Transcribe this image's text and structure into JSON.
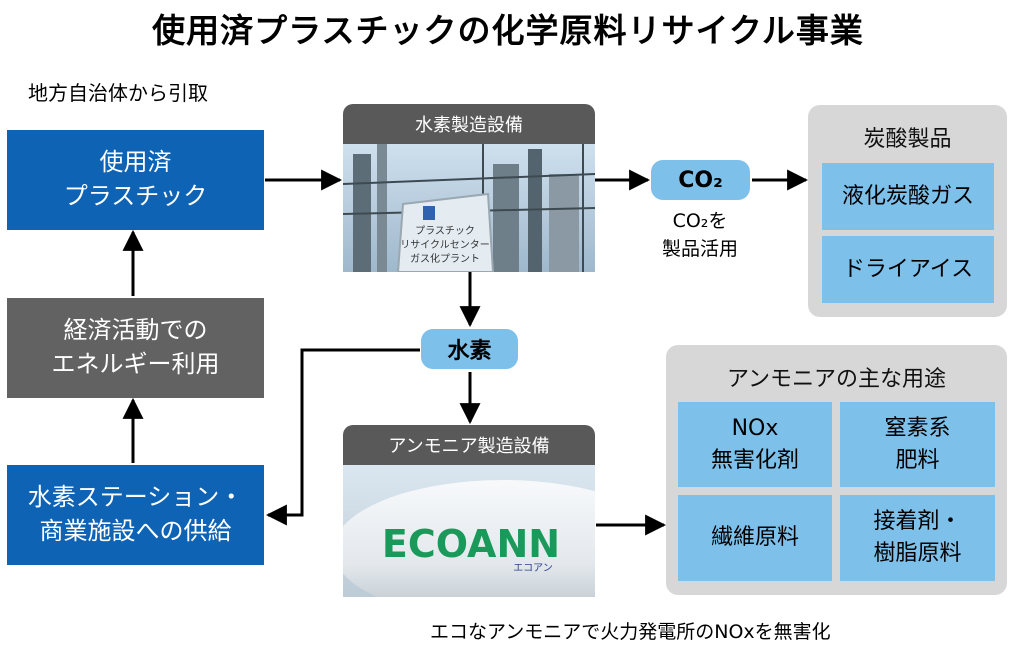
{
  "title": "使用済プラスチックの化学原料リサイクル事業",
  "source_label": "地方自治体から引取",
  "left_column": {
    "used_plastic": [
      "使用済",
      "プラスチック"
    ],
    "energy_use": [
      "経済活動での",
      "エネルギー利用"
    ],
    "hydrogen_supply": [
      "水素ステーション・",
      "商業施設への供給"
    ]
  },
  "hydrogen_facility": {
    "header": "水素製造設備",
    "sign_lines": [
      "プラスチック",
      "リサイクルセンター",
      "ガス化プラント"
    ]
  },
  "co2_pill": "CO₂",
  "co2_note": [
    "CO₂を",
    "製品活用"
  ],
  "hydrogen_pill": "水素",
  "carbonate_panel": {
    "title": "炭酸製品",
    "items": [
      "液化炭酸ガス",
      "ドライアイス"
    ]
  },
  "ammonia_facility": {
    "header": "アンモニア製造設備",
    "logo_text": "ECOANN",
    "logo_sub": "エコアン"
  },
  "ammonia_panel": {
    "title": "アンモニアの主な用途",
    "nox": [
      "NOx",
      "無害化剤"
    ],
    "fertilizer": [
      "窒素系",
      "肥料"
    ],
    "fiber": [
      "繊維原料"
    ],
    "resin": [
      "接着剤・",
      "樹脂原料"
    ]
  },
  "bottom_caption": "エコなアンモニアで火力発電所のNOxを無害化",
  "colors": {
    "blue_box": "#0f63b5",
    "gray_box": "#626262",
    "light_blue": "#7dc0ea",
    "panel_gray": "#d7d7d7",
    "header_gray": "#595959"
  }
}
